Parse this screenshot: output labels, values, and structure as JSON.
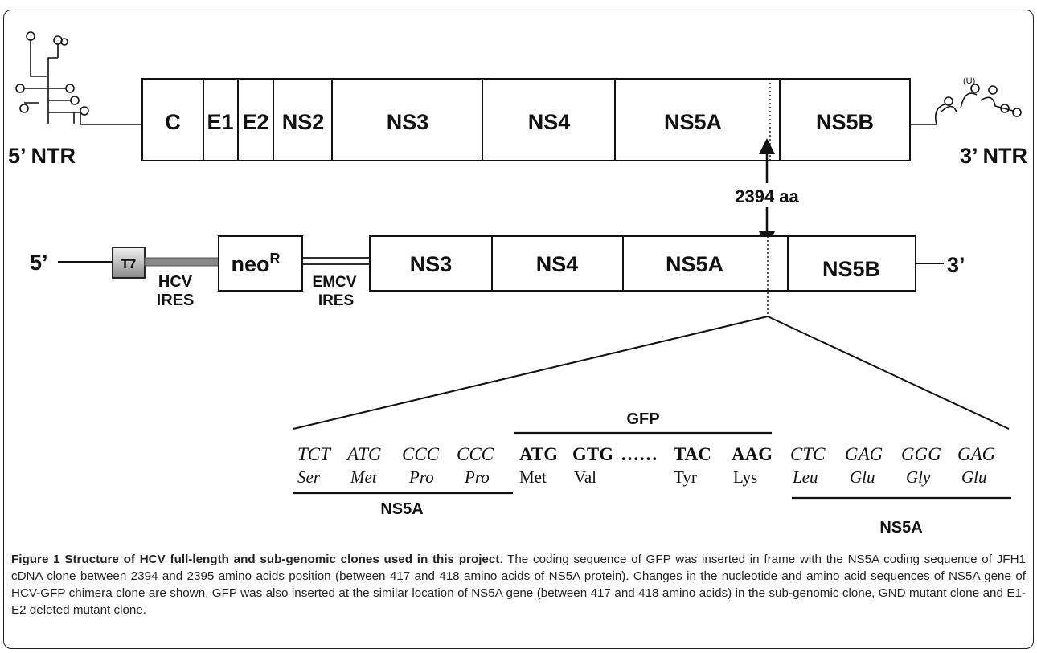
{
  "genome_full": {
    "segments": [
      "C",
      "E1",
      "E2",
      "NS2",
      "NS3",
      "NS4",
      "NS5A",
      "NS5B"
    ],
    "left_label": "5’ NTR",
    "right_label": "3’ NTR"
  },
  "position_label": "2394 aa",
  "genome_sub": {
    "left_label": "5’",
    "right_label": "3’",
    "t7_label": "T7",
    "hcv_ires": [
      "HCV",
      "IRES"
    ],
    "neo_label": "neo",
    "neo_superscript": "R",
    "emcv_ires": [
      "EMCV",
      "IRES"
    ],
    "segments": [
      "NS3",
      "NS4",
      "NS5A",
      "NS5B"
    ]
  },
  "insert": {
    "gfp_label": "GFP",
    "codons": [
      {
        "codon": "TCT",
        "aa": "Ser",
        "style": "italic"
      },
      {
        "codon": "ATG",
        "aa": "Met",
        "style": "italic"
      },
      {
        "codon": "CCC",
        "aa": "Pro",
        "style": "italic"
      },
      {
        "codon": "CCC",
        "aa": "Pro",
        "style": "italic"
      },
      {
        "codon": "ATG",
        "aa": "Met",
        "style": "bold"
      },
      {
        "codon": "GTG",
        "aa": "Val",
        "style": "bold"
      },
      {
        "codon": "……",
        "aa": "",
        "style": "bold"
      },
      {
        "codon": "TAC",
        "aa": "Tyr",
        "style": "bold"
      },
      {
        "codon": "AAG",
        "aa": "Lys",
        "style": "bold"
      },
      {
        "codon": "CTC",
        "aa": "Leu",
        "style": "italic"
      },
      {
        "codon": "GAG",
        "aa": "Glu",
        "style": "italic"
      },
      {
        "codon": "GGG",
        "aa": "Gly",
        "style": "italic"
      },
      {
        "codon": "GAG",
        "aa": "Glu",
        "style": "italic"
      }
    ],
    "left_ns5a_label": "NS5A",
    "right_ns5a_label": "NS5A"
  },
  "caption": {
    "title": "Figure 1 Structure of HCV full-length and sub-genomic clones used in this project",
    "text": ". The coding sequence of GFP was inserted in frame with the NS5A coding sequence of JFH1 cDNA clone between 2394 and 2395 amino acids position (between 417 and 418 amino acids of NS5A protein). Changes in the nucleotide and amino acid sequences of NS5A gene of HCV-GFP chimera clone are shown. GFP was also inserted at the similar location of NS5A gene (between 417 and 418 amino acids) in the sub-genomic clone, GND mutant clone and E1-E2 deleted mutant clone."
  }
}
